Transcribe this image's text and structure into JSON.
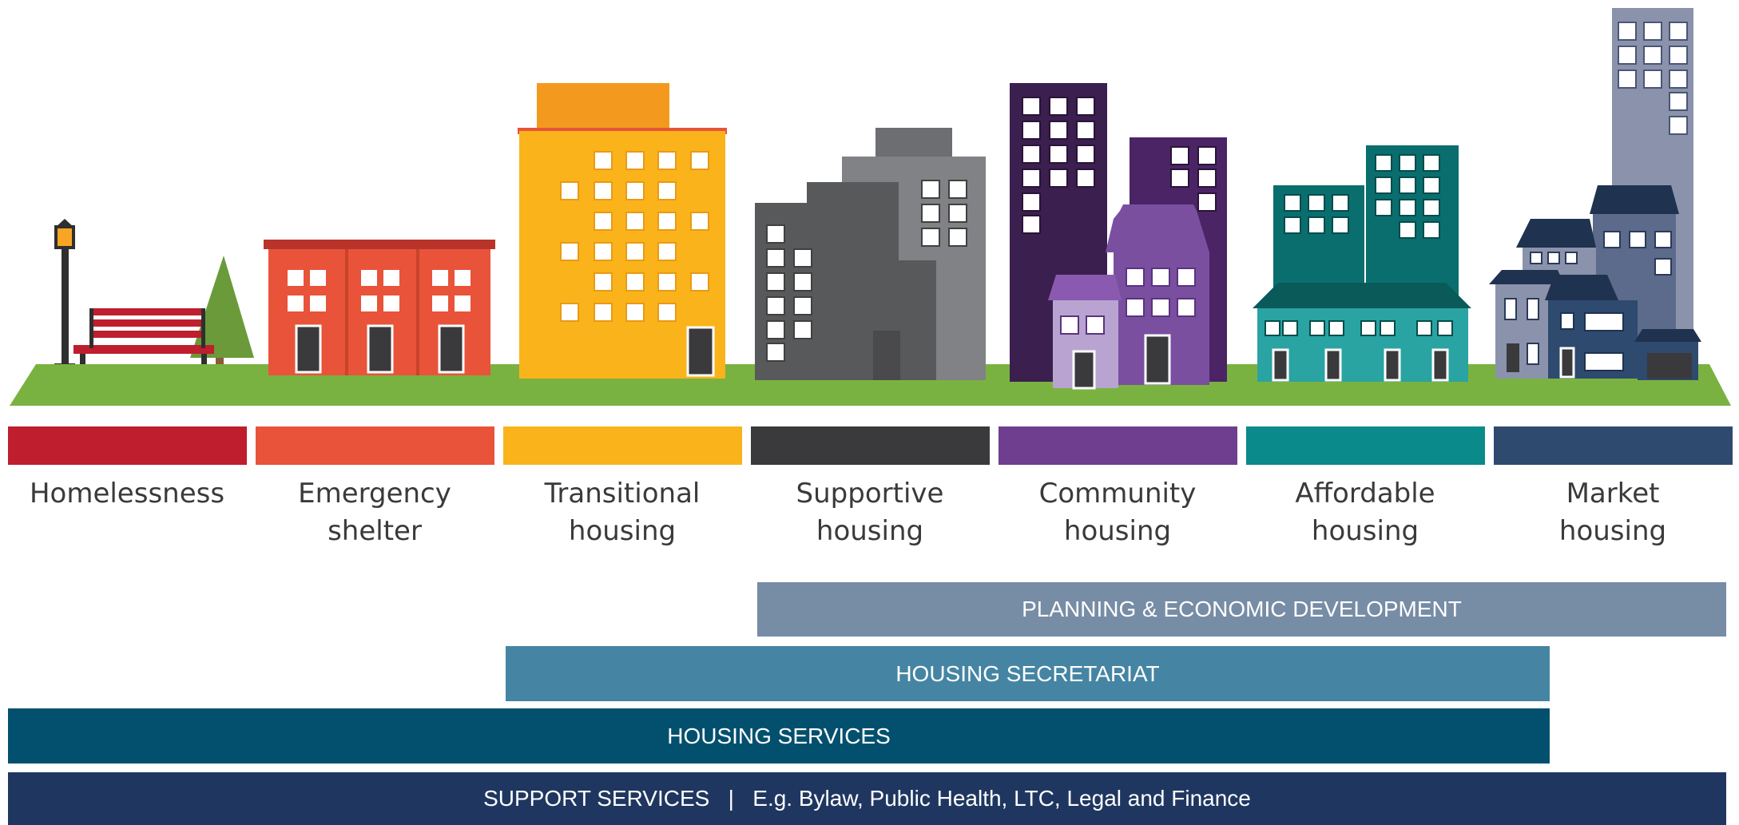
{
  "categories": [
    {
      "key": "homelessness",
      "label": "Homelessness",
      "color": "#be1e2d"
    },
    {
      "key": "emergency-shelter",
      "label": "Emergency\nshelter",
      "color": "#e8533a"
    },
    {
      "key": "transitional-housing",
      "label": "Transitional\nhousing",
      "color": "#fbb31b"
    },
    {
      "key": "supportive-housing",
      "label": "Supportive\nhousing",
      "color": "#3a3a3c"
    },
    {
      "key": "community-housing",
      "label": "Community\nhousing",
      "color": "#6f3e8f"
    },
    {
      "key": "affordable-housing",
      "label": "Affordable\nhousing",
      "color": "#0a8a8a"
    },
    {
      "key": "market-housing",
      "label": "Market\nhousing",
      "color": "#2e4a6e"
    }
  ],
  "bands": {
    "planning": {
      "label": "PLANNING & ECONOMIC DEVELOPMENT",
      "color": "#778ca5"
    },
    "secretariat": {
      "label": "HOUSING SECRETARIAT",
      "color": "#4585a3"
    },
    "housing_services": {
      "label": "HOUSING SERVICES",
      "color": "#03506e"
    },
    "support_services": {
      "label": "SUPPORT SERVICES   |   E.g. Bylaw, Public Health, LTC, Legal and Finance",
      "color": "#1f3760"
    }
  }
}
